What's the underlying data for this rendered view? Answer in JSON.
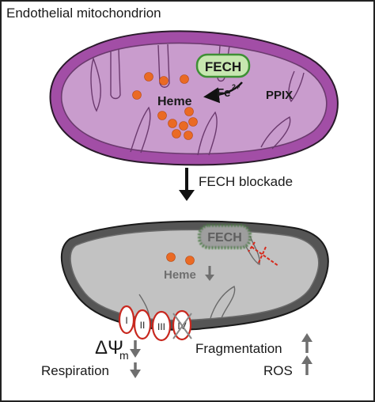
{
  "panel_title": "Endothelial mitochondrion",
  "top": {
    "enzyme_label": "FECH",
    "iron_label": "Fe",
    "iron_charge": "2+",
    "substrate_label": "PPIX",
    "product_label": "Heme"
  },
  "transition": {
    "label": "FECH blockade"
  },
  "bottom": {
    "enzyme_label": "FECH",
    "product_label": "Heme",
    "complexes": [
      "I",
      "II",
      "III",
      "IV"
    ]
  },
  "effects": {
    "membrane_potential_symbol": "ΔΨ",
    "membrane_potential_subscript": "m",
    "respiration_label": "Respiration",
    "fragmentation_label": "Fragmentation",
    "ros_label": "ROS"
  },
  "colors": {
    "healthy_matrix": "#c99ccd",
    "healthy_outer": "#a24ea6",
    "damaged_matrix": "#c2c2c2",
    "damaged_outer": "#555555",
    "fech_fill": "#c7e7b0",
    "fech_border": "#3e8f35",
    "heme_dot": "#ea6a24",
    "complex_outline": "#c8281f",
    "arrow_gray": "#6f6f6f",
    "inhibition_red": "#d62a1c"
  }
}
